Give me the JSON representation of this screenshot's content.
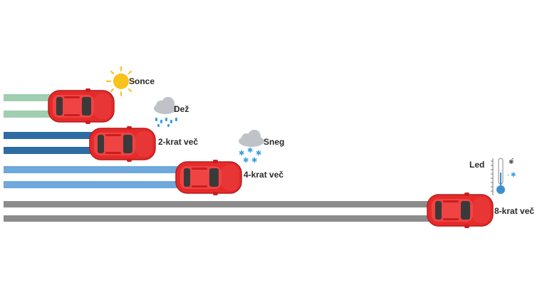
{
  "conditions": [
    {
      "name": "Sonce",
      "multiplier": ""
    },
    {
      "name": "Dež",
      "multiplier": "2-krat več"
    },
    {
      "name": "Sneg",
      "multiplier": "4-krat več"
    },
    {
      "name": "Led",
      "multiplier": "8-krat več"
    }
  ],
  "colors": {
    "sun_lanes": "#9fcfb0",
    "rain_lanes": "#2e6da4",
    "snow_lanes": "#6ea8dc",
    "ice_lanes": "#8c8c8c",
    "car_body": "#e62a2a",
    "car_window": "#3a3a3a",
    "sun": "#f7c21b",
    "cloud": "#bfc3c7",
    "precipitation": "#3aa0e0",
    "thermometer": "#3a8fd0"
  },
  "icons": [
    "sun-icon",
    "rain-cloud-icon",
    "snow-cloud-icon",
    "thermometer-icon",
    "car-icon"
  ]
}
